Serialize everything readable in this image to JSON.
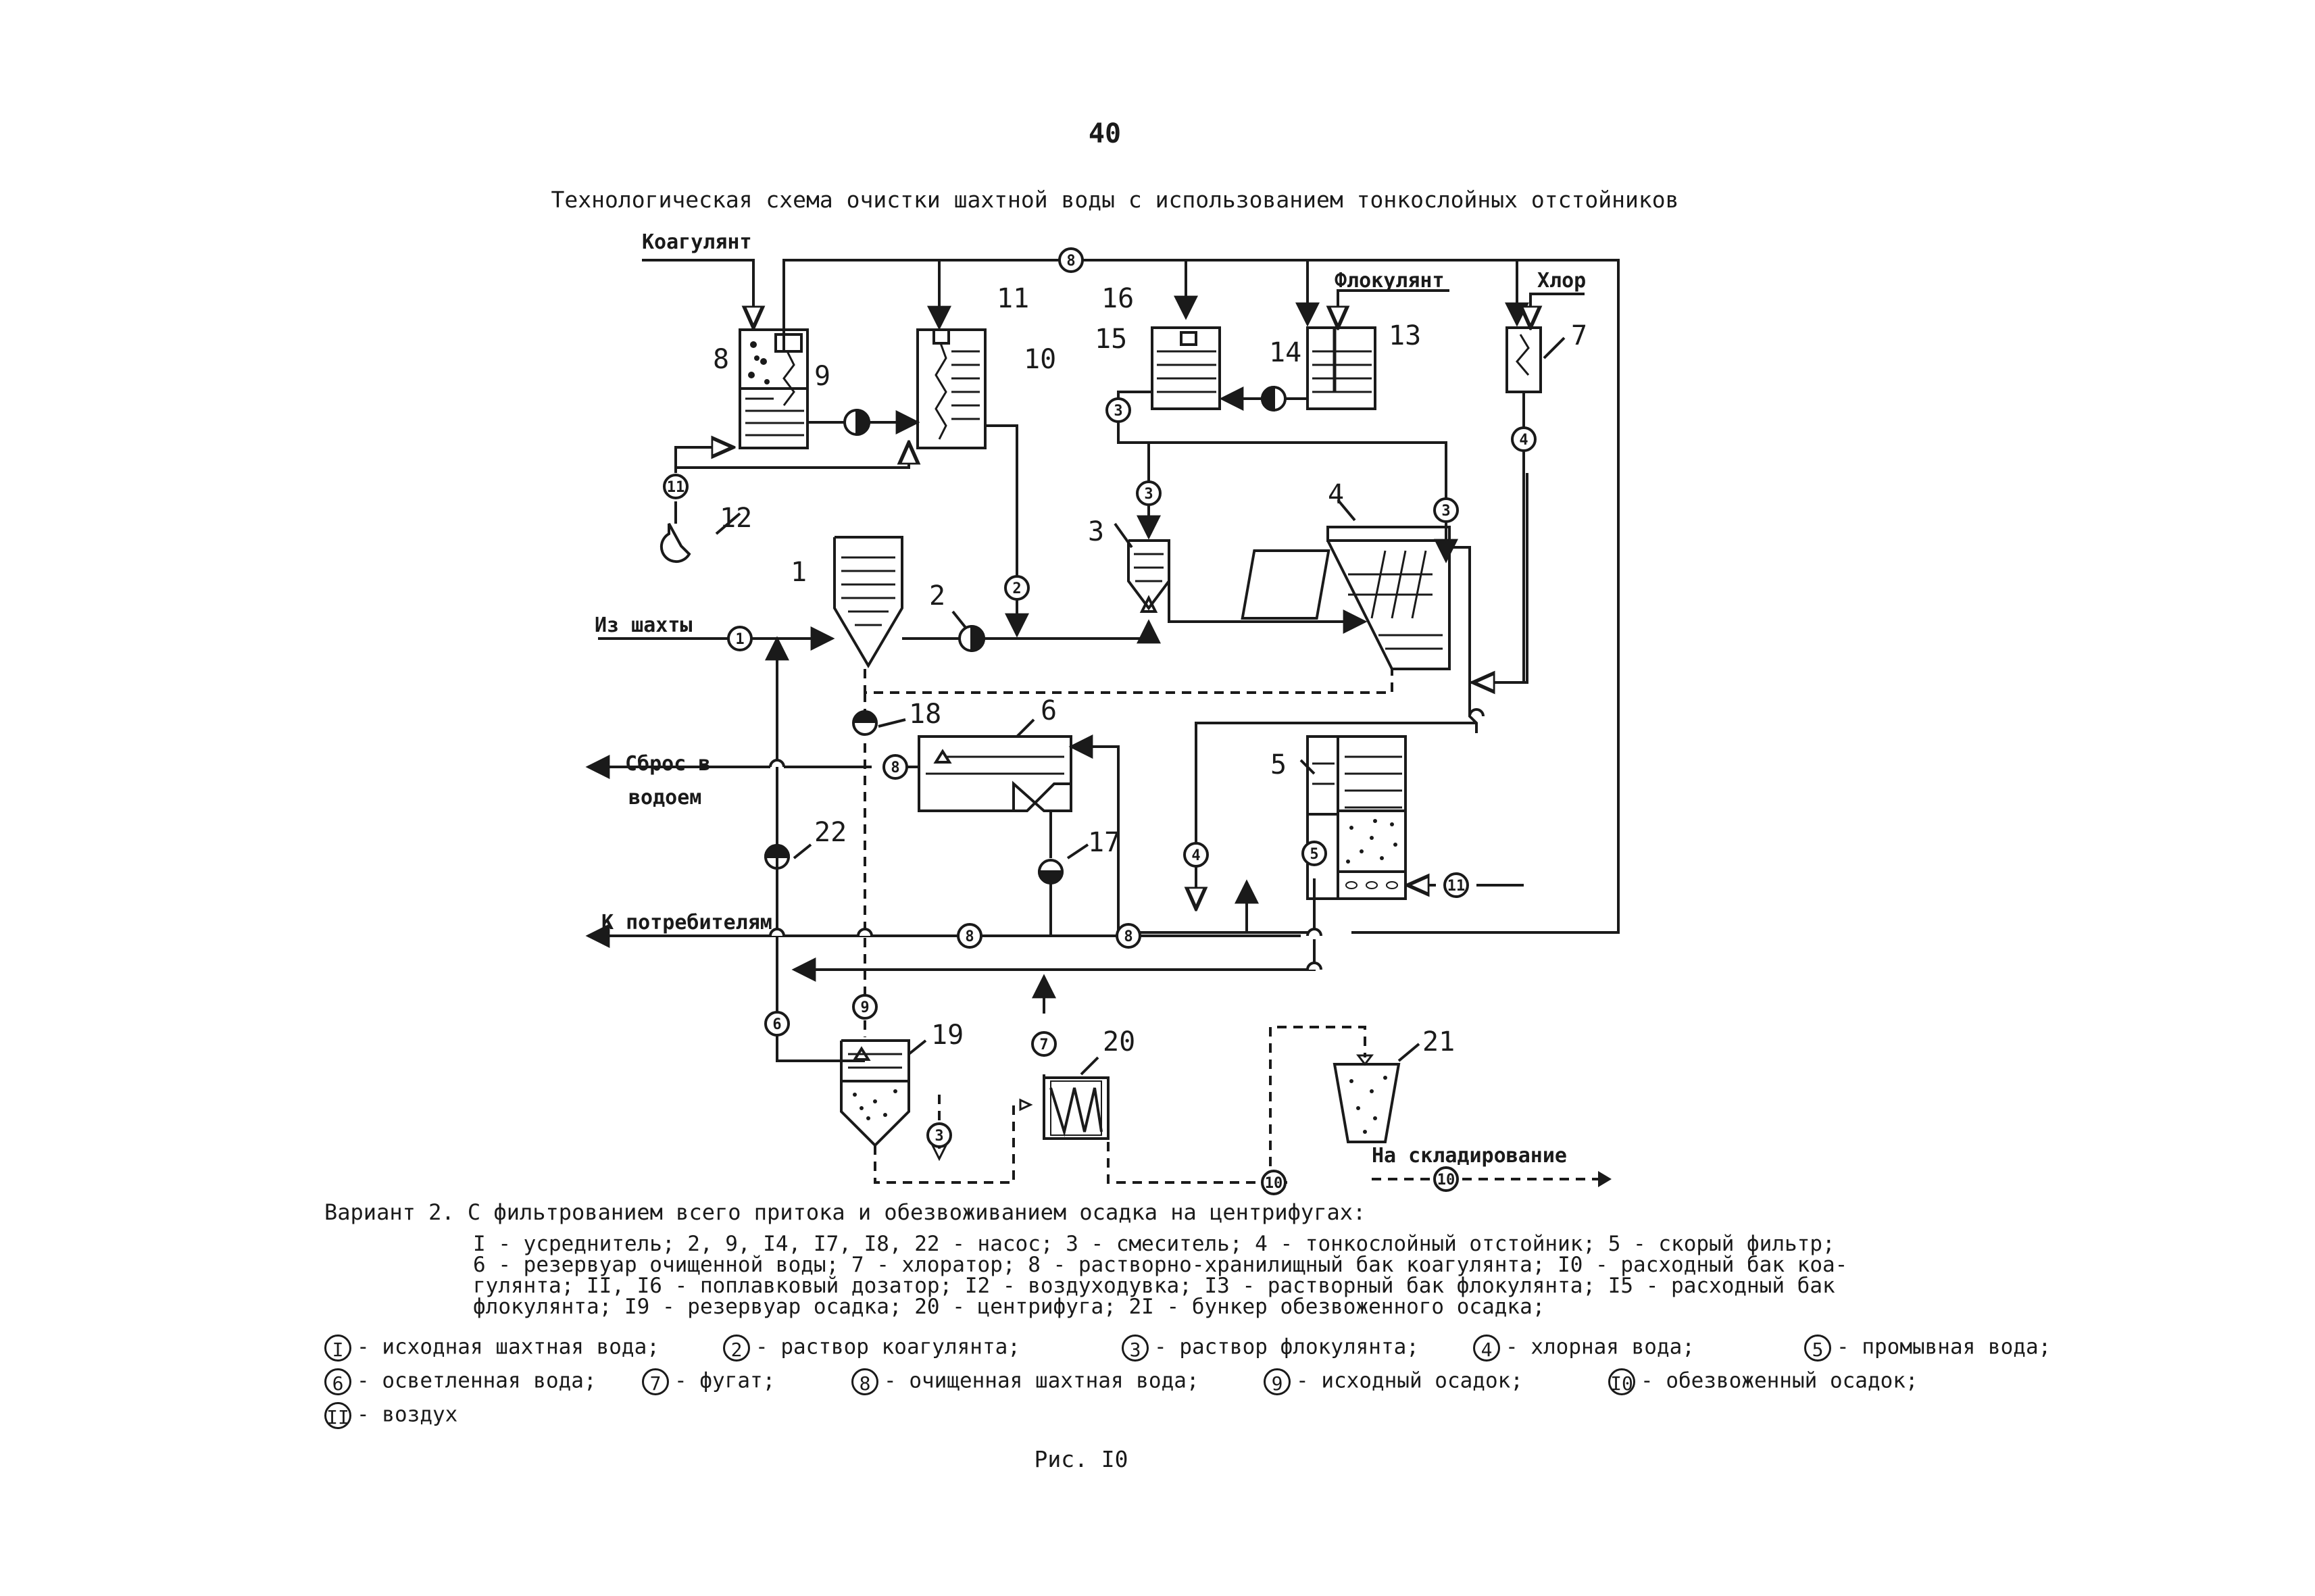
{
  "page": {
    "number": "40",
    "title": "Технологическая схема очистки шахтной воды с использованием тонкослойных отстойников",
    "figure_caption": "Рис. I0"
  },
  "diagram": {
    "labels": {
      "coagulant": "Коагулянт",
      "flocculant": "Флокулянт",
      "chlorine": "Хлор",
      "from_mine": "Из шахты",
      "discharge_1": "Сброс в",
      "discharge_2": "водоем",
      "to_consumers": "К потребителям",
      "storage": "На складирование"
    },
    "units": {
      "u1": "1",
      "u2": "2",
      "u3": "3",
      "u4": "4",
      "u5": "5",
      "u6": "6",
      "u7": "7",
      "u8": "8",
      "u9": "9",
      "u10": "10",
      "u11": "11",
      "u12": "12",
      "u13": "13",
      "u14": "14",
      "u15": "15",
      "u16": "16",
      "u17": "17",
      "u18": "18",
      "u19": "19",
      "u20": "20",
      "u21": "21",
      "u22": "22"
    },
    "flows": {
      "f1": "1",
      "f2": "2",
      "f3": "3",
      "f4": "4",
      "f5": "5",
      "f6": "6",
      "f7": "7",
      "f8": "8",
      "f9": "9",
      "f10": "10",
      "f11": "11"
    }
  },
  "legend": {
    "variant": "Вариант 2. С фильтрованием всего притока и обезвоживанием осадка на центрифугах:",
    "line1": "I - усреднитель;  2, 9, I4, I7, I8, 22 - насос;  3 - смеситель;  4 - тонкослойный отстойник;  5 - скорый фильтр;",
    "line2": "6 - резервуар очищенной воды;  7 - хлоратор;  8 - растворно-хранилищный бак коагулянта;  I0 - расходный бак коа-",
    "line3": "гулянта;  II, I6 - поплавковый дозатор;  I2 - воздуходувка;  I3 - растворный бак флокулянта;  I5 - расходный бак",
    "line4": "флокулянта;  I9 - резервуар осадка;  20 - центрифуга;  2I - бункер обезвоженного осадка;",
    "flows": [
      {
        "mark": "I",
        "text": "- исходная шахтная вода;"
      },
      {
        "mark": "2",
        "text": "- раствор коагулянта;"
      },
      {
        "mark": "3",
        "text": "- раствор флокулянта;"
      },
      {
        "mark": "4",
        "text": "- хлорная вода;"
      },
      {
        "mark": "5",
        "text": "- промывная вода;"
      },
      {
        "mark": "6",
        "text": "- осветленная вода;"
      },
      {
        "mark": "7",
        "text": "- фугат;"
      },
      {
        "mark": "8",
        "text": "- очищенная шахтная вода;"
      },
      {
        "mark": "9",
        "text": "- исходный осадок;"
      },
      {
        "mark": "I0",
        "text": "- обезвоженный осадок;"
      },
      {
        "mark": "II",
        "text": "- воздух"
      }
    ]
  }
}
